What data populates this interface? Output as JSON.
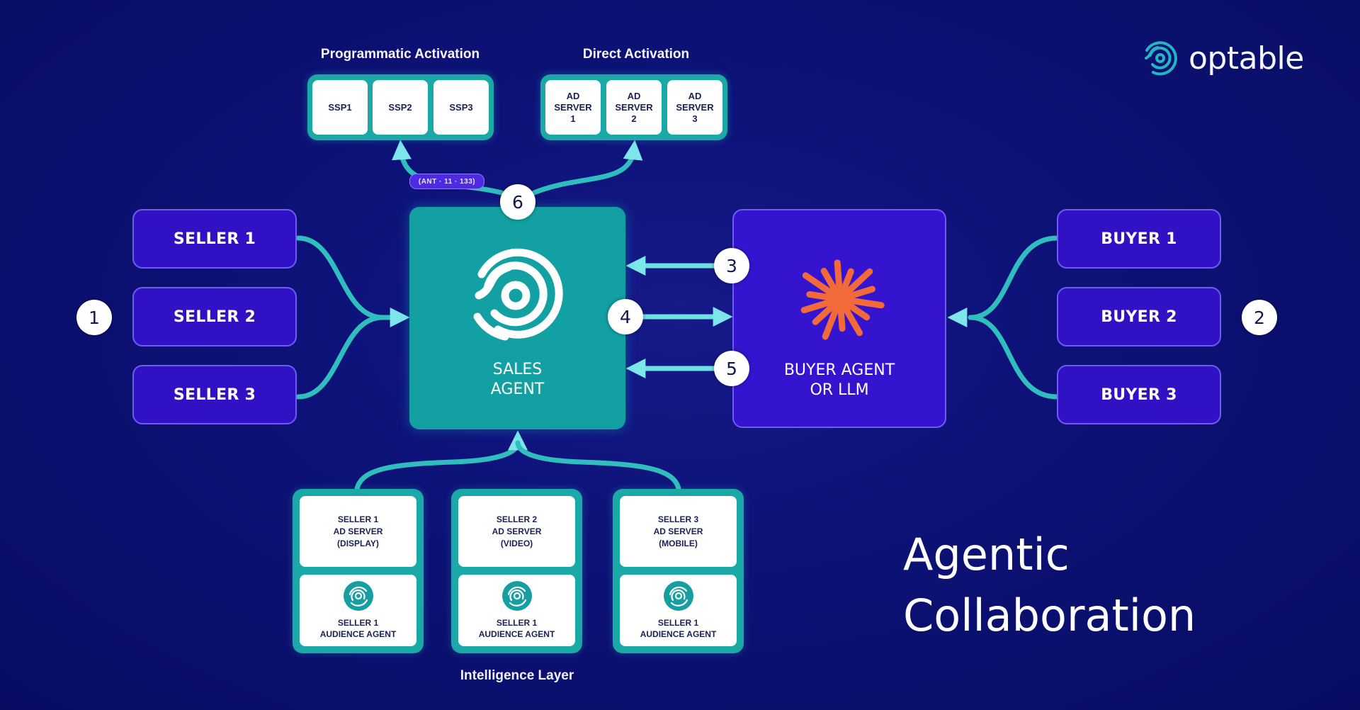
{
  "brand": {
    "name": "optable",
    "logo_icon": "optable-swirl-icon",
    "accent": "#1aa9a6"
  },
  "colors": {
    "background": "#0a0f6b",
    "teal": "#12a0a3",
    "purple": "#3514cf",
    "connector": "#3cc8c8",
    "starburst": "#f26a3a"
  },
  "headline": {
    "line1": "Agentic",
    "line2": "Collaboration"
  },
  "activation": {
    "programmatic": {
      "title": "Programmatic Activation",
      "cells": [
        "SSP1",
        "SSP2",
        "SSP3"
      ]
    },
    "direct": {
      "title": "Direct Activation",
      "cells": [
        "AD SERVER 1",
        "AD SERVER 2",
        "AD SERVER 3"
      ]
    },
    "protocol_badge": "(ANT · 11 · 133)"
  },
  "sellers": [
    "SELLER 1",
    "SELLER 2",
    "SELLER 3"
  ],
  "buyers": [
    "BUYER 1",
    "BUYER 2",
    "BUYER 3"
  ],
  "sales_agent": {
    "line1": "SALES",
    "line2": "AGENT",
    "icon": "optable-swirl-icon"
  },
  "buyer_agent": {
    "line1": "BUYER AGENT",
    "line2": "OR LLM",
    "icon": "starburst-icon"
  },
  "steps": [
    "1",
    "2",
    "3",
    "4",
    "5",
    "6"
  ],
  "intelligence_layer": {
    "title": "Intelligence Layer",
    "cards": [
      {
        "server_l1": "SELLER 1",
        "server_l2": "AD SERVER",
        "server_l3": "(DISPLAY)",
        "agent_l1": "SELLER 1",
        "agent_l2": "AUDIENCE AGENT"
      },
      {
        "server_l1": "SELLER 2",
        "server_l2": "AD SERVER",
        "server_l3": "(VIDEO)",
        "agent_l1": "SELLER 1",
        "agent_l2": "AUDIENCE AGENT"
      },
      {
        "server_l1": "SELLER 3",
        "server_l2": "AD SERVER",
        "server_l3": "(MOBILE)",
        "agent_l1": "SELLER 1",
        "agent_l2": "AUDIENCE AGENT"
      }
    ]
  }
}
